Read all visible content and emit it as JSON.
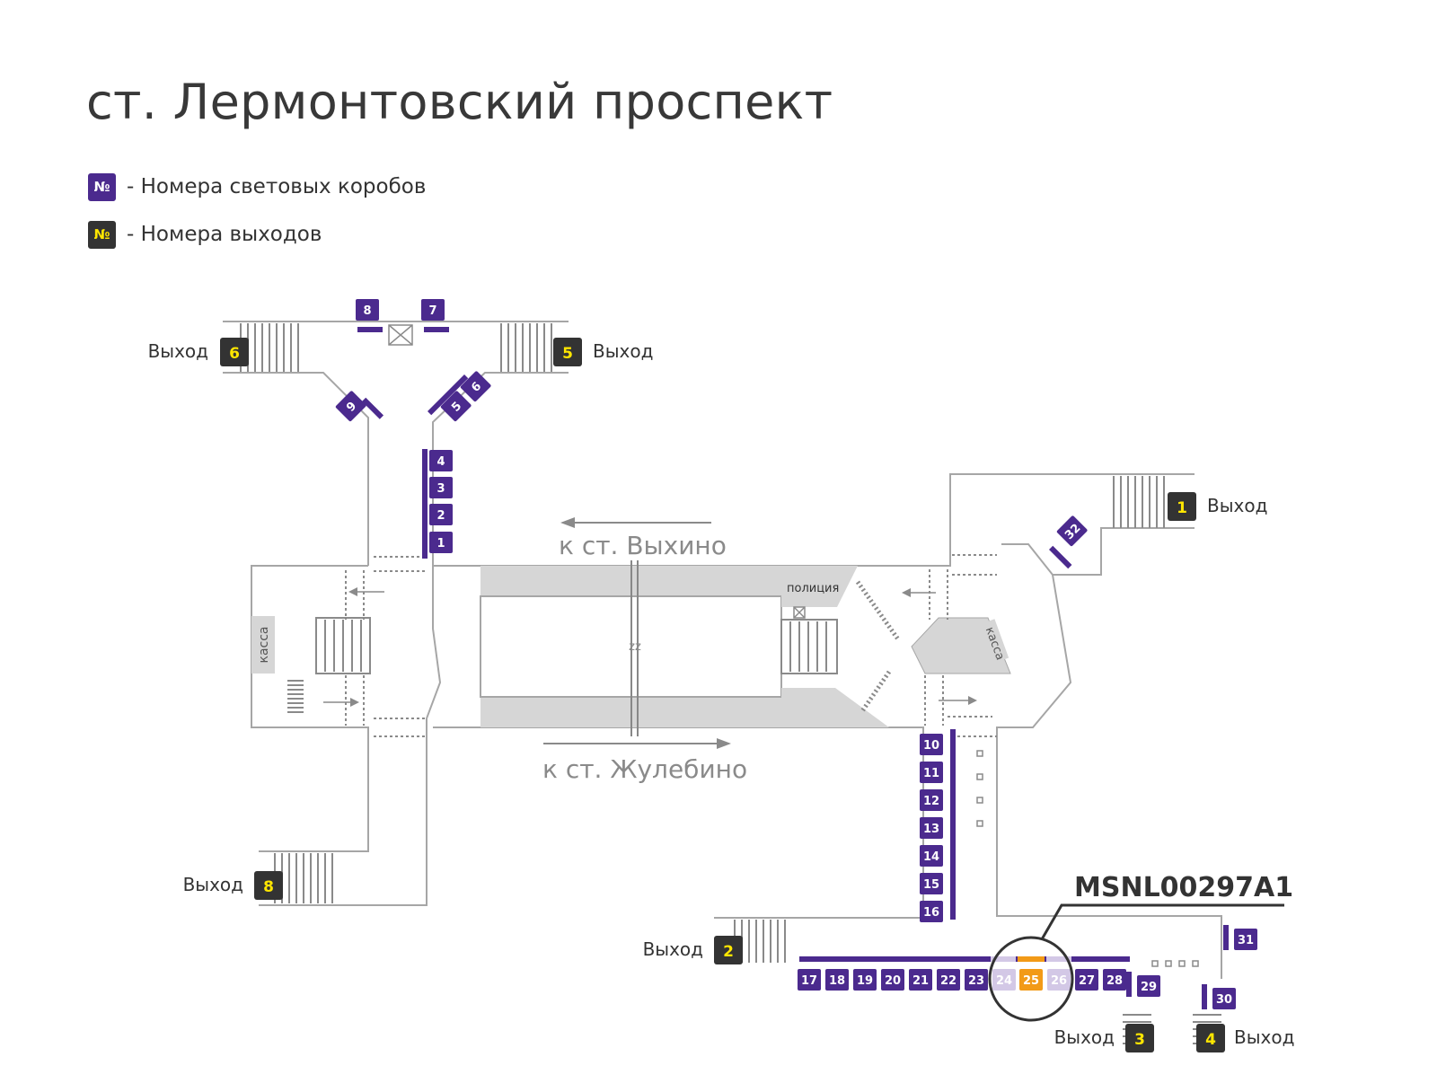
{
  "title": "ст. Лермонтовский проспект",
  "legend": {
    "symbol": "№",
    "lightbox_text": "- Номера световых коробов",
    "exit_text": "- Номера выходов"
  },
  "colors": {
    "lightbox": "#4b2a8e",
    "lightbox_dim": "#d3c8e6",
    "highlight": "#f29a17",
    "exit_bg": "#333333",
    "exit_fg": "#ffe600",
    "wall": "#a6a6a6",
    "platform": "#d6d6d6",
    "text": "#333333"
  },
  "exit_label": "Выход",
  "exits": [
    "1",
    "2",
    "3",
    "4",
    "5",
    "6",
    "8"
  ],
  "lightboxes": [
    "1",
    "2",
    "3",
    "4",
    "5",
    "6",
    "7",
    "8",
    "9",
    "10",
    "11",
    "12",
    "13",
    "14",
    "15",
    "16",
    "17",
    "18",
    "19",
    "20",
    "21",
    "22",
    "23",
    "24",
    "25",
    "26",
    "27",
    "28",
    "29",
    "30",
    "31",
    "32"
  ],
  "highlighted_box": "25",
  "dimmed_boxes": [
    "24",
    "26"
  ],
  "callout_code": "MSNL00297A1",
  "direction_vykhino": "к ст. Выхино",
  "direction_zhulebino": "к ст. Жулебино",
  "label_police": "полиция",
  "label_kassa": "касса",
  "icons": [
    "escalator-icon",
    "stairs-icon",
    "arrow-icon",
    "turnstile-icon"
  ]
}
